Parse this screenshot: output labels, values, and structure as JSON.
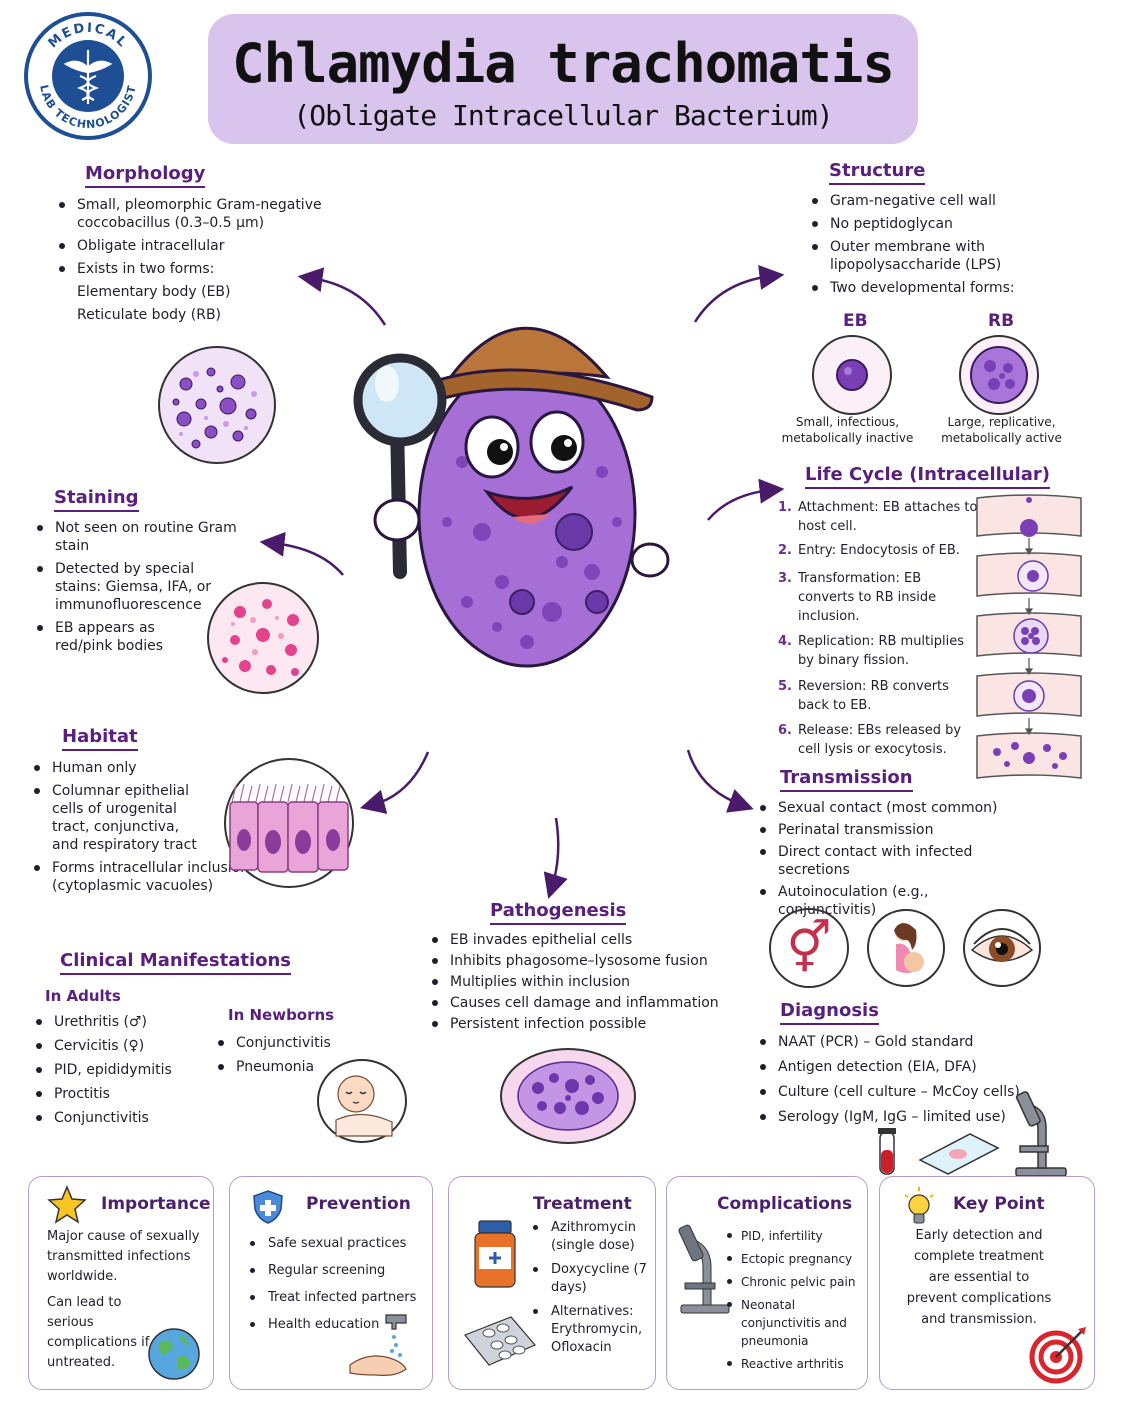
{
  "header": {
    "logo_top": "MEDICAL",
    "logo_bottom": "LAB TECHNOLOGIST",
    "title": "Chlamydia trachomatis",
    "subtitle": "(Obligate Intracellular Bacterium)"
  },
  "morphology": {
    "heading": "Morphology",
    "items": [
      "Small, pleomorphic Gram-negative coccobacillus (0.3–0.5 µm)",
      "Obligate intracellular",
      "Exists in two forms:"
    ],
    "forms": [
      "Elementary body (EB)",
      "Reticulate body (RB)"
    ]
  },
  "structure": {
    "heading": "Structure",
    "items": [
      "Gram-negative cell wall",
      "No peptidoglycan",
      "Outer membrane with lipopolysaccharide (LPS)",
      "Two developmental forms:"
    ],
    "eb_label": "EB",
    "rb_label": "RB",
    "eb_caption_1": "Small, infectious,",
    "eb_caption_2": "metabolically inactive",
    "rb_caption_1": "Large, replicative,",
    "rb_caption_2": "metabolically active"
  },
  "staining": {
    "heading": "Staining",
    "items": [
      "Not seen on routine Gram stain",
      "Detected by special stains: Giemsa, IFA, or immunofluorescence",
      "EB appears as red/pink bodies"
    ]
  },
  "life_cycle": {
    "heading": "Life Cycle (Intracellular)",
    "steps": [
      {
        "num": "1.",
        "text": "Attachment: EB attaches to host cell."
      },
      {
        "num": "2.",
        "text": "Entry: Endocytosis of EB."
      },
      {
        "num": "3.",
        "text": "Transformation: EB converts to RB inside inclusion."
      },
      {
        "num": "4.",
        "text": "Replication: RB multiplies by binary fission."
      },
      {
        "num": "5.",
        "text": "Reversion: RB converts back to EB."
      },
      {
        "num": "6.",
        "text": "Release: EBs released by cell lysis or exocytosis."
      }
    ]
  },
  "habitat": {
    "heading": "Habitat",
    "items": [
      "Human only",
      "Columnar epithelial cells of urogenital tract, conjunctiva, and respiratory tract",
      "Forms intracellular inclusions (cytoplasmic vacuoles)"
    ]
  },
  "transmission": {
    "heading": "Transmission",
    "items": [
      "Sexual contact (most common)",
      "Perinatal transmission",
      "Direct contact with infected secretions",
      "Autoinoculation (e.g., conjunctivitis)"
    ],
    "gender_symbol": "⚥"
  },
  "pathogenesis": {
    "heading": "Pathogenesis",
    "items": [
      "EB invades epithelial cells",
      "Inhibits phagosome–lysosome fusion",
      "Multiplies within inclusion",
      "Causes cell damage and inflammation",
      "Persistent infection possible"
    ]
  },
  "clinical": {
    "heading": "Clinical Manifestations",
    "adults_heading": "In Adults",
    "adults": [
      "Urethritis (♂)",
      "Cervicitis (♀)",
      "PID, epididymitis",
      "Proctitis",
      "Conjunctivitis"
    ],
    "newborns_heading": "In Newborns",
    "newborns": [
      "Conjunctivitis",
      "Pneumonia"
    ]
  },
  "diagnosis": {
    "heading": "Diagnosis",
    "items": [
      "NAAT (PCR) – Gold standard",
      "Antigen detection (EIA, DFA)",
      "Culture (cell culture – McCoy cells)",
      "Serology (IgM, IgG – limited use)"
    ]
  },
  "importance": {
    "title": "Importance",
    "p1": "Major cause of sexually transmitted infections worldwide.",
    "p2": "Can lead to serious complications if untreated."
  },
  "prevention": {
    "title": "Prevention",
    "items": [
      "Safe sexual practices",
      "Regular screening",
      "Treat infected partners",
      "Health education"
    ]
  },
  "treatment": {
    "title": "Treatment",
    "items": [
      "Azithromycin (single dose)",
      "Doxycycline (7 days)",
      "Alternatives: Erythromycin, Ofloxacin"
    ]
  },
  "complications": {
    "title": "Complications",
    "items": [
      "PID, infertility",
      "Ectopic pregnancy",
      "Chronic pelvic pain",
      "Neonatal conjunctivitis and pneumonia",
      "Reactive arthritis"
    ]
  },
  "key_point": {
    "title": "Key Point",
    "text": "Early detection and complete treatment are essential to prevent complications and transmission."
  },
  "colors": {
    "accent": "#5a1f7e",
    "title_bg": "#d9c4ee",
    "cell_purple": "#a56fd6"
  }
}
